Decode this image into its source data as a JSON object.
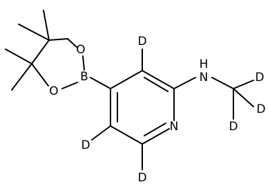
{
  "molecule": {
    "atoms": {
      "boron": "B",
      "ring_oxygen_top": "O",
      "ring_oxygen_bottom": "O",
      "pyridine_nitrogen": "N",
      "amine": "H",
      "amine_n": "N",
      "deuterium_c3": "D",
      "deuterium_c5": "D",
      "deuterium_c6": "D",
      "methyl_d_top": "D",
      "methyl_d_right": "D",
      "methyl_d_bottom": "D"
    }
  }
}
